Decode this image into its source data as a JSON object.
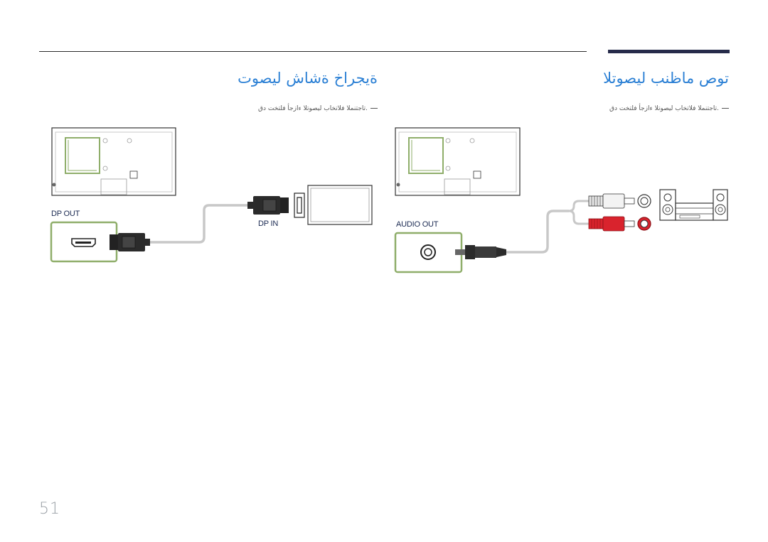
{
  "page": {
    "number": "51"
  },
  "sections": {
    "external_monitor": {
      "heading": "ةيجراخ ةشاش ليصوت",
      "note": ".تاجتنملا فلاتخاب ليصوتلا ءازجأ فلتخت دق",
      "ports": {
        "out_label": "DP OUT",
        "in_label": "DP IN"
      }
    },
    "audio_system": {
      "heading": "توص ماظنب ليصوتلا",
      "note": ".تاجتنملا فلاتخاب ليصوتلا ءازجأ فلتخت دق",
      "ports": {
        "out_label": "AUDIO OUT"
      }
    }
  },
  "colors": {
    "heading": "#2a7fd4",
    "port_label": "#1b2a52",
    "port_frame": "#8fae6a",
    "rca_red": "#d9232d",
    "cable_gray": "#c8c8c8",
    "connector_dark": "#2b2b2b"
  }
}
